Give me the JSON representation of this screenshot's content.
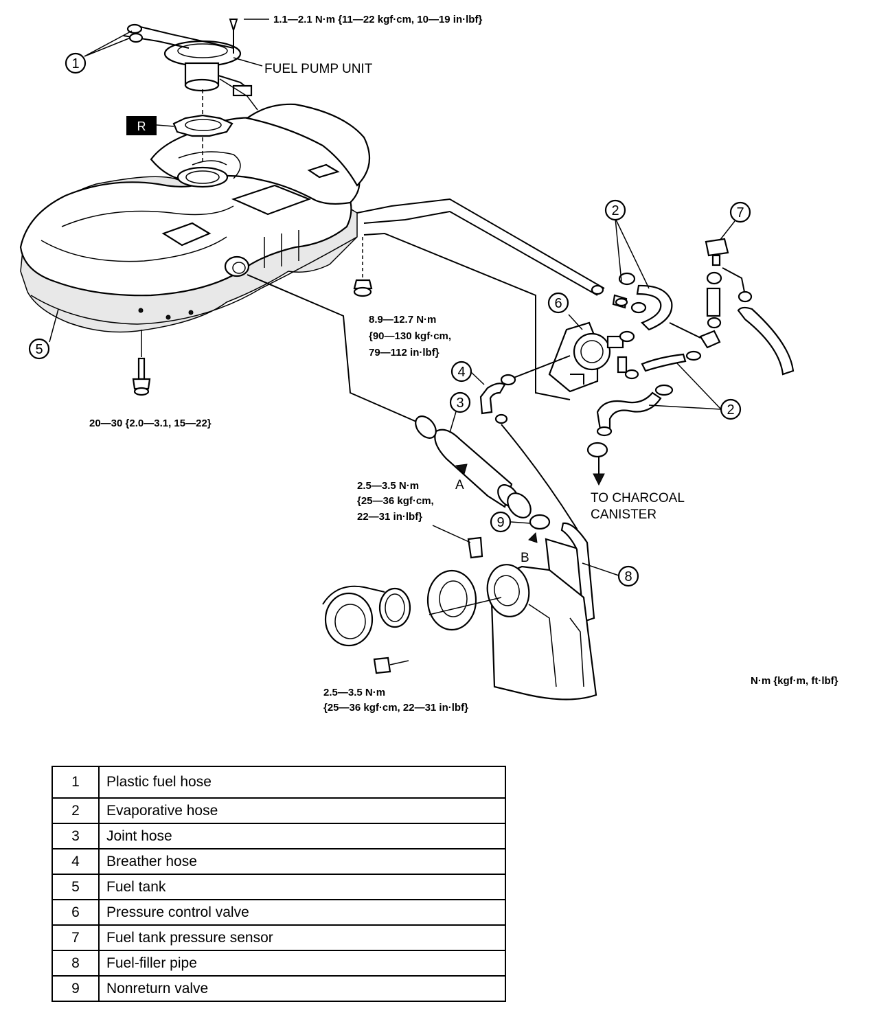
{
  "labels": {
    "pump_torque": "1.1—2.1 N·m {11—22 kgf·cm, 10—19 in·lbf}",
    "fuel_pump_unit": "FUEL PUMP UNIT",
    "r_box": "R",
    "nut_torque_1": "8.9—12.7 N·m",
    "nut_torque_2": "{90—130 kgf·cm,",
    "nut_torque_3": "79—112 in·lbf}",
    "bolt_torque": "20—30 {2.0—3.1, 15—22}",
    "filler_torque_1": "2.5—3.5 N·m",
    "filler_torque_2": "{25—36 kgf·cm,",
    "filler_torque_3": "22—31 in·lbf}",
    "lower_torque_1": "2.5—3.5 N·m",
    "lower_torque_2": "{25—36 kgf·cm, 22—31 in·lbf}",
    "charcoal_1": "TO CHARCOAL",
    "charcoal_2": "CANISTER",
    "units": "N·m {kgf·m, ft·lbf}",
    "arrow_a": "A",
    "arrow_b": "B"
  },
  "callouts": {
    "c1": "1",
    "c2a": "2",
    "c2b": "2",
    "c3": "3",
    "c4": "4",
    "c5": "5",
    "c6": "6",
    "c7": "7",
    "c8": "8",
    "c9": "9"
  },
  "parts_table": [
    {
      "num": "1",
      "name": "Plastic fuel hose"
    },
    {
      "num": "2",
      "name": "Evaporative hose"
    },
    {
      "num": "3",
      "name": "Joint hose"
    },
    {
      "num": "4",
      "name": "Breather hose"
    },
    {
      "num": "5",
      "name": "Fuel tank"
    },
    {
      "num": "6",
      "name": "Pressure control valve"
    },
    {
      "num": "7",
      "name": "Fuel tank pressure sensor"
    },
    {
      "num": "8",
      "name": "Fuel-filler pipe"
    },
    {
      "num": "9",
      "name": "Nonreturn valve"
    }
  ]
}
